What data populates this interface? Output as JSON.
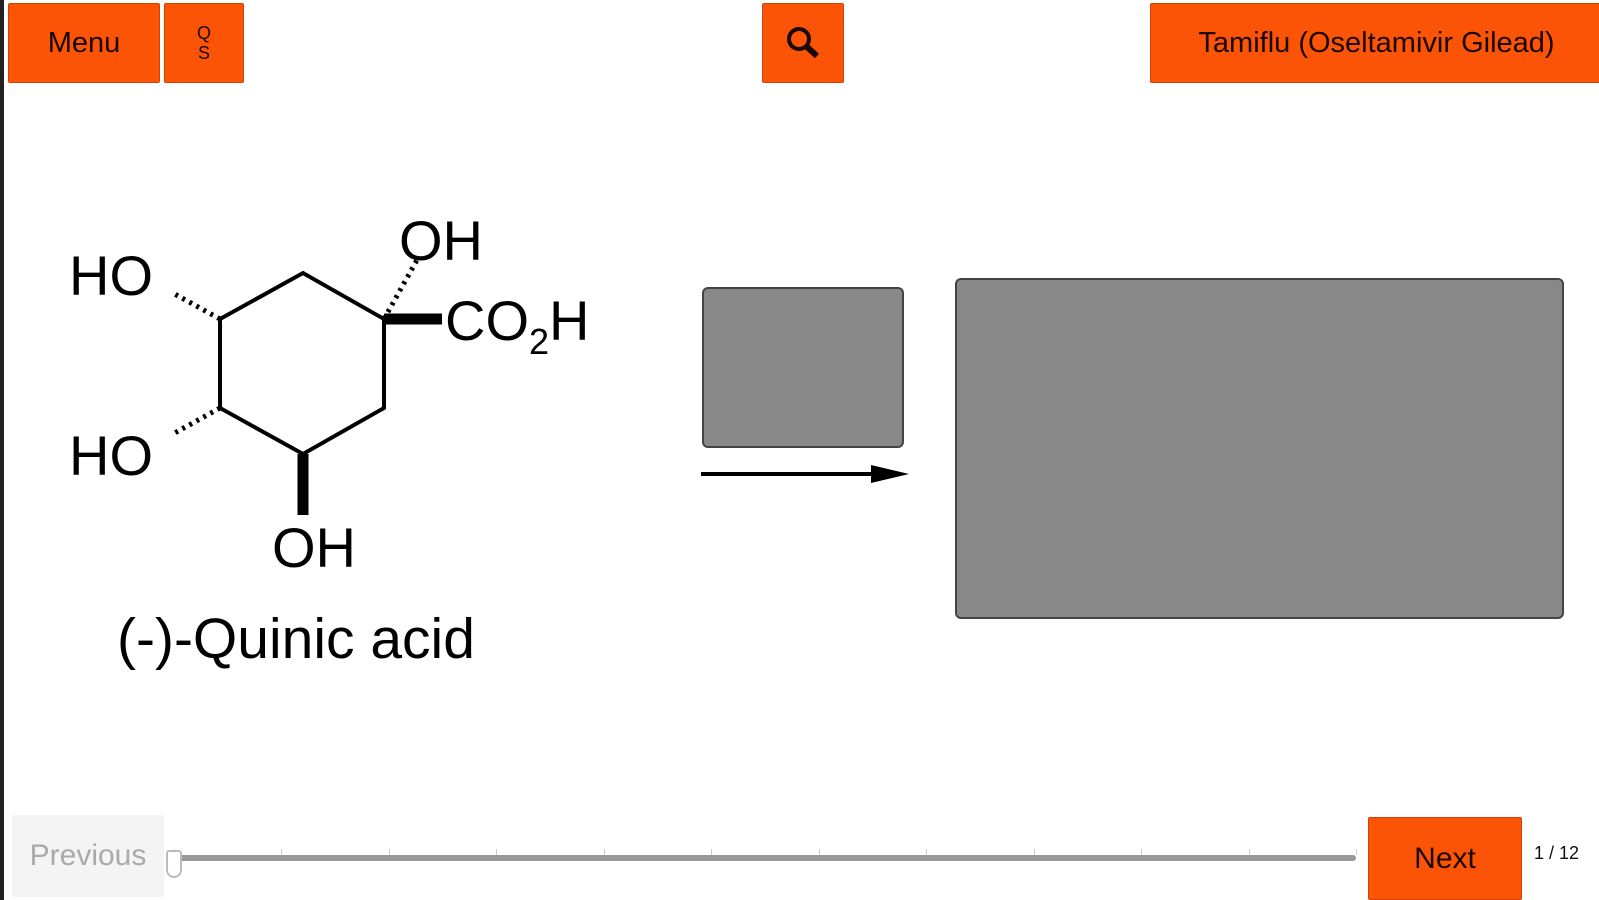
{
  "toolbar": {
    "menu_label": "Menu",
    "qs_top": "Q",
    "qs_bottom": "S",
    "title_label": "Tamiflu (Oseltamivir Gilead)"
  },
  "molecule": {
    "oh_top": "OH",
    "ho_upper": "HO",
    "ho_lower": "HO",
    "oh_bottom": "OH",
    "co2h": "CO",
    "co2h_sub": "2",
    "co2h_h": "H",
    "caption": "(-)-Quinic acid"
  },
  "nav": {
    "previous_label": "Previous",
    "next_label": "Next",
    "page_indicator": "1 / 12",
    "current_slide": 1,
    "total_slides": 12
  },
  "colors": {
    "accent": "#fb5406"
  }
}
